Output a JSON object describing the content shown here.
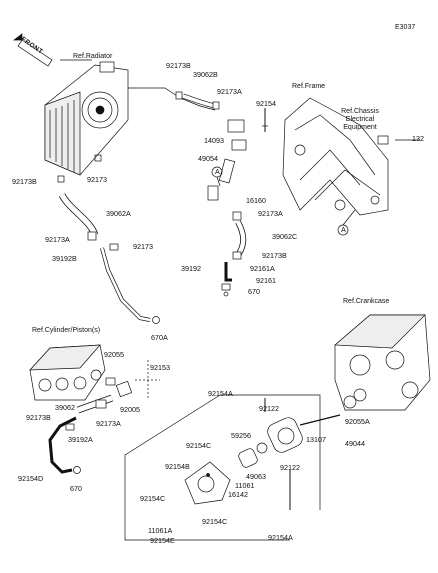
{
  "diagram_code": "E3037",
  "front_label": "FRONT",
  "refs": {
    "radiator": "Ref.Radiator",
    "frame": "Ref.Frame",
    "chassis": "Ref.Chassis Electrical Equipment",
    "crankcase": "Ref.Crankcase",
    "cylinder": "Ref.Cylinder/Piston(s)"
  },
  "callout_letter": "A",
  "parts": {
    "p92173B_top": "92173B",
    "p39062B": "39062B",
    "p92173A_top": "92173A",
    "p92154_top": "92154",
    "p14093": "14093",
    "p49054": "49054",
    "p16160": "16160",
    "p92173A_mid": "92173A",
    "p39062C": "39062C",
    "p92173B_mid": "92173B",
    "p39192": "39192",
    "p92161A": "92161A",
    "p92161": "92161",
    "p670_mid": "670",
    "p92173B_left": "92173B",
    "p92173_left": "92173",
    "p39062A": "39062A",
    "p92173A_left": "92173A",
    "p92173_mid": "92173",
    "p39192B": "39192B",
    "p670A": "670A",
    "p132": "132",
    "p92055": "92055",
    "p92153": "92153",
    "p39062": "39062",
    "p92005": "92005",
    "p92173B_low": "92173B",
    "p92173A_low": "92173A",
    "p39192A": "39192A",
    "p92154D": "92154D",
    "p670_low": "670",
    "p92154A_top": "92154A",
    "p92122_top": "92122",
    "p92055A": "92055A",
    "p49044": "49044",
    "p13107": "13107",
    "p92154C_1": "92154C",
    "p59256": "59256",
    "p92154B": "92154B",
    "p49063": "49063",
    "p11061": "11061",
    "p92122_low": "92122",
    "p16142": "16142",
    "p92154C_2": "92154C",
    "p92154C_3": "92154C",
    "p11061A": "11061A",
    "p92154E": "92154E",
    "p92154A_low": "92154A"
  }
}
